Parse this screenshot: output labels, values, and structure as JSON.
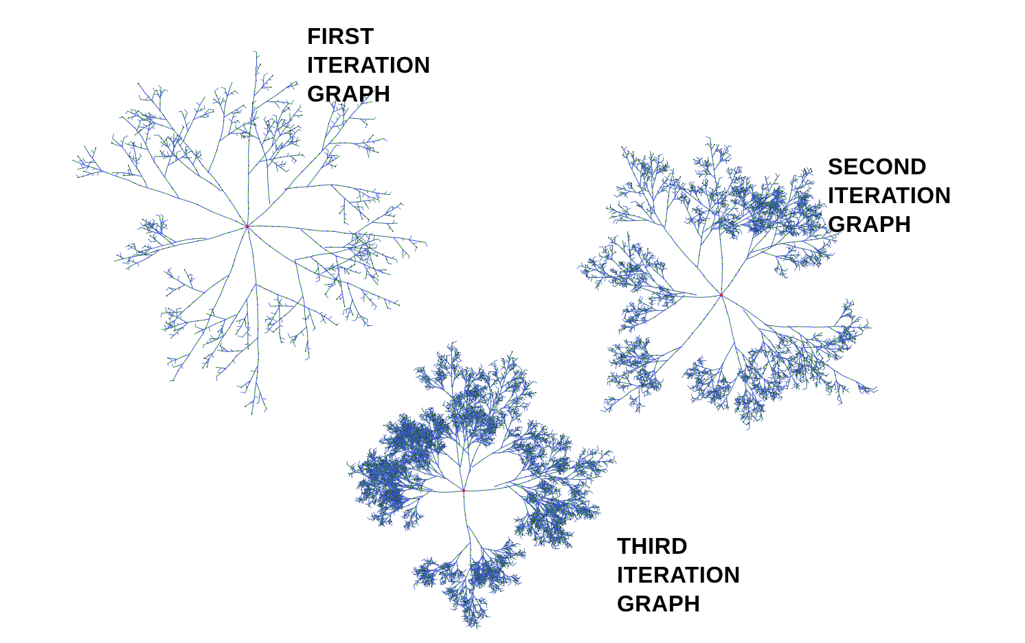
{
  "graphs": [
    {
      "id": "first",
      "caption_lines": [
        "FIRST",
        "ITERATION",
        "GRAPH"
      ],
      "main_branches": 9,
      "depth": 5
    },
    {
      "id": "second",
      "caption_lines": [
        "SECOND",
        "ITERATION",
        "GRAPH"
      ],
      "main_branches": 7,
      "depth": 6
    },
    {
      "id": "third",
      "caption_lines": [
        "THIRD",
        "ITERATION",
        "GRAPH"
      ],
      "main_branches": 6,
      "depth": 6
    }
  ],
  "colors": {
    "edge_blue": "#3a4fd8",
    "edge_green": "#2f8a2f",
    "node_dark": "#1a1a1a",
    "root_red": "#d42020",
    "caption": "#000000"
  }
}
